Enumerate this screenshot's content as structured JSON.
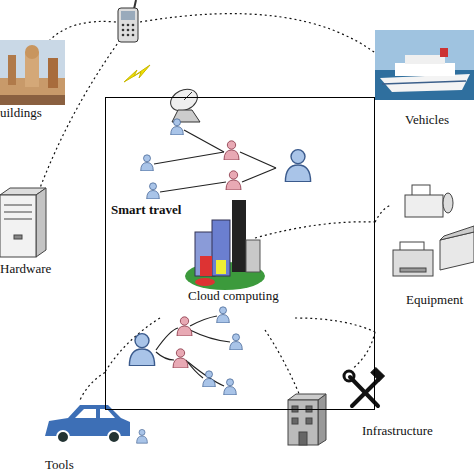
{
  "diagram": {
    "nodes": [
      {
        "text": [
          "Smart travel",
          "Cloud computing"
        ]
      },
      {
        "text": [
          "uildings"
        ]
      },
      {
        "text": [
          "Vehicles"
        ]
      },
      {
        "text": [
          "Hardware"
        ]
      },
      {
        "text": [
          "Equipment"
        ]
      },
      {
        "text": [
          "Tools"
        ]
      },
      {
        "text": [
          "Infrastructure"
        ]
      }
    ],
    "edges": [
      {
        "from": 0,
        "to": 4,
        "arrow": "none"
      },
      {
        "from": 0,
        "to": 5,
        "arrow": "none"
      },
      {
        "from": 0,
        "to": 6,
        "arrow": "none"
      }
    ]
  }
}
